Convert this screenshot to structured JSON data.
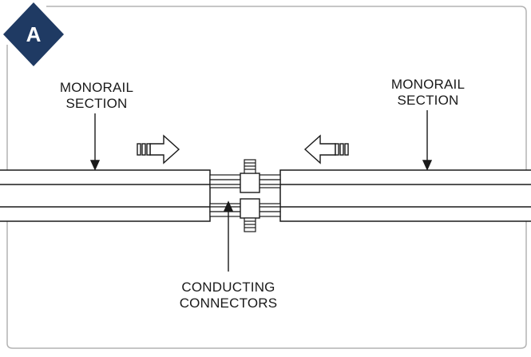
{
  "badge": {
    "label": "A",
    "color": "#1f3a63"
  },
  "frame": {
    "border_color": "#b3b3b3"
  },
  "labels": {
    "left_section": [
      "MONORAIL",
      "SECTION"
    ],
    "right_section": [
      "MONORAIL",
      "SECTION"
    ],
    "connectors": [
      "CONDUCTING",
      "CONNECTORS"
    ]
  },
  "icons": {
    "left_arrow": "arrow-right-icon",
    "right_arrow": "arrow-left-icon"
  }
}
